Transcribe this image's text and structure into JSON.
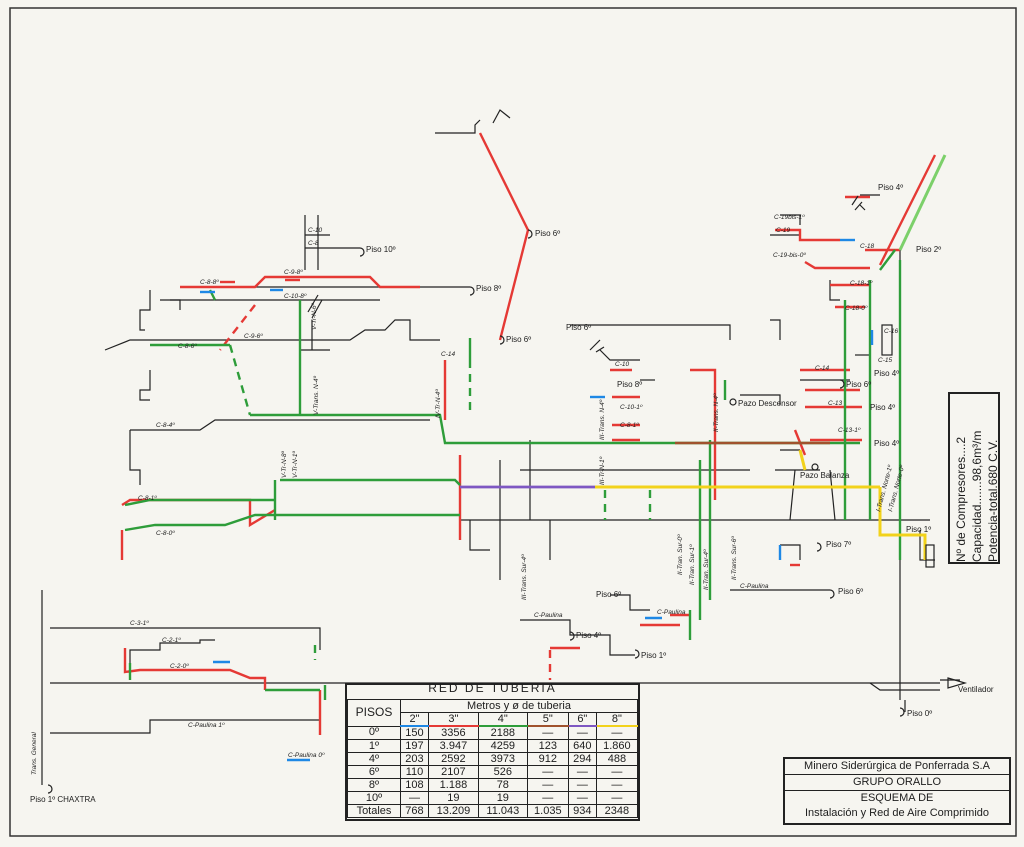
{
  "diagram": {
    "labels": {
      "piso10": "Piso 10º",
      "piso8_a": "Piso 8º",
      "piso6_a": "Piso 6º",
      "piso6_b": "Piso 6º",
      "piso6_c": "Piso 6º",
      "piso6_d": "Piso 6º",
      "piso6_e": "Piso 6º",
      "piso8_b": "Piso 8º",
      "piso4_a": "Piso 4º",
      "piso4_b": "Piso 4º",
      "piso4_c": "Piso 4º",
      "piso4_d": "Piso 4º",
      "piso4_e": "Piso 4º",
      "piso2": "Piso 2º",
      "piso1": "Piso 1º",
      "piso1b": "Piso 1º",
      "piso0": "Piso 0º",
      "piso7": "Piso 7º",
      "piso1_chaxtra": "Piso 1º CHAXTRA",
      "pazo_descensor": "Pazo Descensor",
      "pazo_balanza": "Pazo Balanza",
      "ventilador": "Ventilador",
      "c10": "C-10",
      "c8": "C-8",
      "c98": "C-9-8º",
      "c88": "C-8-8º",
      "c108": "C-10-8º",
      "c96": "C-9-6º",
      "c86": "C-8-6º",
      "c84": "C-8-4º",
      "c81": "C-8-1º",
      "c80": "C-8-0º",
      "c31": "C-3-1º",
      "c21": "C-2-1º",
      "c20": "C-2-0º",
      "cpaulina1": "C-Paulina 1º",
      "cpaulina0": "C-Paulina 0º",
      "cpaulina_a": "C-Paulina",
      "cpaulina_b": "C-Paulina",
      "cpaulina_c": "C-Paulina",
      "c14a": "C-14",
      "c10b": "C-10",
      "c101": "C-10-1º",
      "c81b": "C-8-1º",
      "c19bis1": "C-19bis-1º",
      "c19": "C-19",
      "c19bis0": "C-19-bis-0º",
      "c18": "C-18",
      "c181": "C-18-1º",
      "c180": "C-18-0º",
      "c16": "C-16",
      "c15": "C-15",
      "c14b": "C-14",
      "c13": "C-13",
      "c131": "C-13-1º",
      "trans_general": "Trans. General",
      "vtrn6": "V-Tr-N-6º",
      "vtransn4": "V-Trans. N-4º",
      "vtrn8": "V-Tr-N-8º",
      "vtrn1": "V-Tr-N-1º",
      "ivtrn4": "IV-Tr-N-4º",
      "iiitransn4": "III-Trans. N-4º",
      "iiitrn1": "III-Tr-N-1º",
      "iitransn4": "II-Trans. N-4º",
      "iiitranssur4": "III-Trans. Sur-4º",
      "iitranssur0": "II-Tran. Sur-0º",
      "iitransur1": "II-Tran. Sur-1º",
      "iitransur4": "II-Tran. Sur-4º",
      "iitranssur6": "II-Trans. Sur-6º",
      "itransnorte1": "I-Trans. Norte-1º",
      "itransnorte0": "I-Trans. Norte-0º"
    }
  },
  "table": {
    "title": "RED DE TUBERIA",
    "subtitle": "Metros y ø de tuberia",
    "header_pisos": "PISOS",
    "columns": [
      "2\"",
      "3\"",
      "4\"",
      "5\"",
      "6\"",
      "8\""
    ],
    "column_colors": [
      "#1e88e5",
      "#e53935",
      "#2e9d3a",
      "#a0522d",
      "#7e57c2",
      "#f2d21b"
    ],
    "rows": [
      {
        "piso": "0º",
        "values": [
          "150",
          "3356",
          "2188",
          "—",
          "—",
          "—"
        ]
      },
      {
        "piso": "1º",
        "values": [
          "197",
          "3.947",
          "4259",
          "123",
          "640",
          "1.860"
        ]
      },
      {
        "piso": "4º",
        "values": [
          "203",
          "2592",
          "3973",
          "912",
          "294",
          "488"
        ]
      },
      {
        "piso": "6º",
        "values": [
          "110",
          "2107",
          "526",
          "—",
          "—",
          "—"
        ]
      },
      {
        "piso": "8º",
        "values": [
          "108",
          "1.188",
          "78",
          "—",
          "—",
          "—"
        ]
      },
      {
        "piso": "10º",
        "values": [
          "—",
          "19",
          "19",
          "—",
          "—",
          "—"
        ]
      }
    ],
    "totals": {
      "label": "Totales",
      "values": [
        "768",
        "13.209",
        "11.043",
        "1.035",
        "934",
        "2348"
      ]
    }
  },
  "info": {
    "line1": "Minero Siderúrgica de Ponferrada S.A",
    "line2": "GRUPO ORALLO",
    "line3": "ESQUEMA DE",
    "line4": "Instalación y Red de Aire Comprimido"
  },
  "compressors": {
    "line1": "Nº de Compresores....2",
    "line2": "Capacidad.......98,6m³/m",
    "line3": "Potencia-total.680 C.V."
  }
}
